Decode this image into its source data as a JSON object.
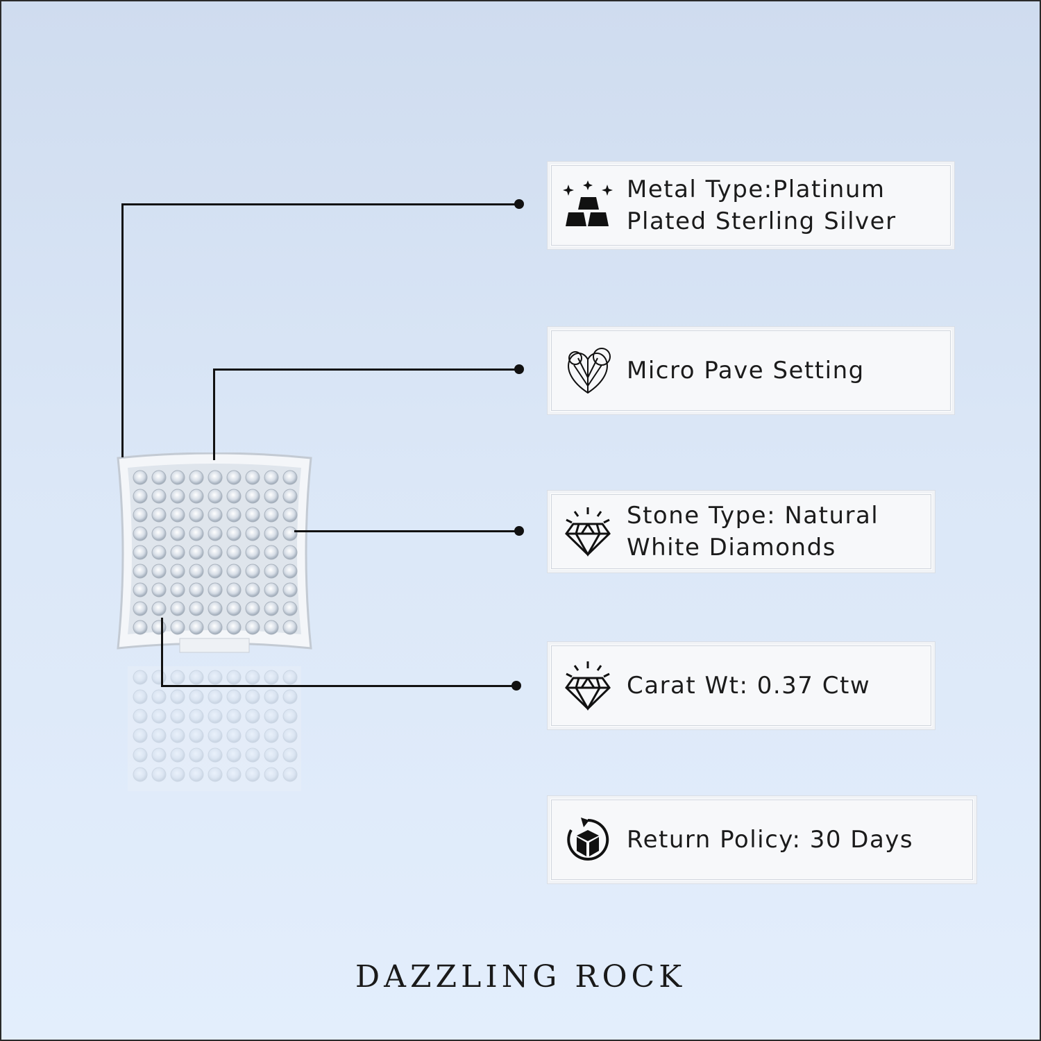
{
  "features": [
    {
      "id": "metal",
      "icon": "gold-bars-icon",
      "lines": [
        "Metal Type:Platinum",
        "Plated Sterling Silver"
      ]
    },
    {
      "id": "setting",
      "icon": "micro-pave-icon",
      "lines": [
        "Micro Pave Setting"
      ]
    },
    {
      "id": "stone",
      "icon": "diamond-icon",
      "lines": [
        "Stone Type: Natural",
        "White Diamonds"
      ]
    },
    {
      "id": "carat",
      "icon": "diamond-icon",
      "lines": [
        "Carat Wt: 0.37 Ctw"
      ]
    },
    {
      "id": "returns",
      "icon": "return-box-icon",
      "lines": [
        "Return Policy: 30 Days"
      ]
    }
  ],
  "brand": "DAZZLING ROCK",
  "colors": {
    "background": "#dbe7f7",
    "line": "#111111",
    "box": "#f7f8fa"
  }
}
